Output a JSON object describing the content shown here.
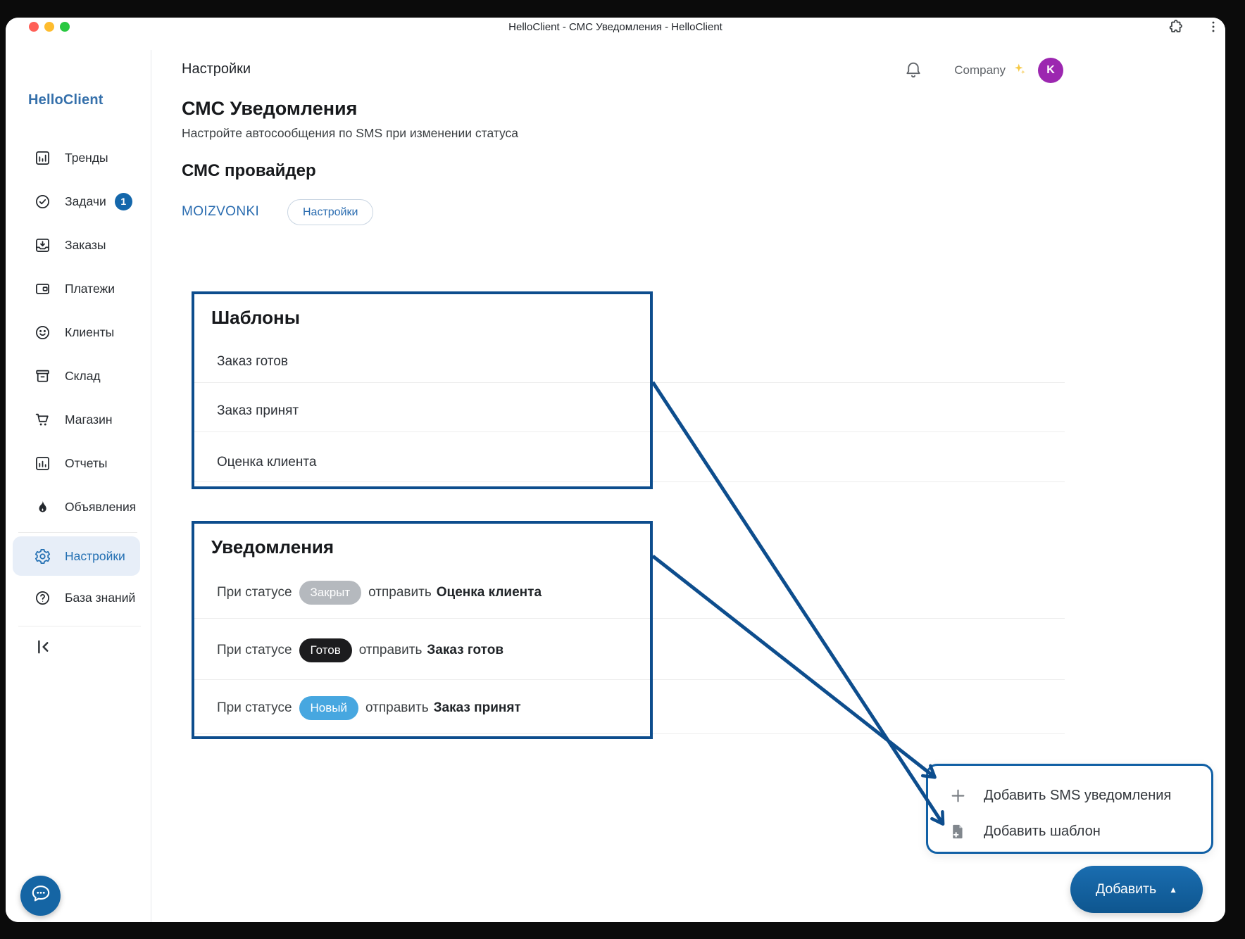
{
  "window": {
    "title": "HelloClient - СМС Уведомления - HelloClient"
  },
  "browser": {
    "traffic_lights": [
      "close",
      "minimize",
      "zoom"
    ]
  },
  "sidebar": {
    "logo": "HelloClient",
    "items": [
      {
        "key": "trends",
        "icon": "bar-chart-icon",
        "label": "Тренды"
      },
      {
        "key": "tasks",
        "icon": "check-circle-icon",
        "label": "Задачи",
        "badge": "1"
      },
      {
        "key": "orders",
        "icon": "inbox-icon",
        "label": "Заказы"
      },
      {
        "key": "payments",
        "icon": "wallet-icon",
        "label": "Платежи"
      },
      {
        "key": "clients",
        "icon": "smiley-icon",
        "label": "Клиенты"
      },
      {
        "key": "warehouse",
        "icon": "box-icon",
        "label": "Склад"
      },
      {
        "key": "shop",
        "icon": "cart-icon",
        "label": "Магазин"
      },
      {
        "key": "reports",
        "icon": "report-chart-icon",
        "label": "Отчеты"
      },
      {
        "key": "announcements",
        "icon": "flame-icon",
        "label": "Объявления"
      },
      {
        "key": "settings",
        "icon": "gear-icon",
        "label": "Настройки",
        "active": true,
        "divider_above": true
      },
      {
        "key": "knowledge-base",
        "icon": "help-circle-icon",
        "label": "База знаний"
      }
    ]
  },
  "header": {
    "company": "Company",
    "avatar_initial": "K"
  },
  "page": {
    "breadcrumb": "Настройки",
    "title": "СМС Уведомления",
    "subtitle": "Настройте автосообщения по SMS при изменении статуса",
    "provider_heading": "СМС провайдер",
    "provider_name": "MOIZVONKI",
    "provider_settings_button": "Настройки"
  },
  "templates": {
    "heading": "Шаблоны",
    "items": [
      "Заказ готов",
      "Заказ принят",
      "Оценка клиента"
    ]
  },
  "notifications": {
    "heading": "Уведомления",
    "prefix": "При статусе",
    "middle": "отправить",
    "rules": [
      {
        "status": "Закрыт",
        "status_color": "#b5b9be",
        "template": "Оценка клиента"
      },
      {
        "status": "Готов",
        "status_color": "#1c1c1e",
        "template": "Заказ готов"
      },
      {
        "status": "Новый",
        "status_color": "#47a7e0",
        "template": "Заказ принят"
      }
    ]
  },
  "popup": {
    "items": [
      {
        "key": "add-sms-notification",
        "icon": "plus-icon",
        "label": "Добавить SMS уведомления"
      },
      {
        "key": "add-template",
        "icon": "note-add-icon",
        "label": "Добавить шаблон"
      }
    ]
  },
  "add_button": {
    "label": "Добавить"
  },
  "colors": {
    "annotation_blue": "#0d4d8d",
    "accent_blue": "#2a6cb0",
    "primary_button": "#12609e",
    "badge_blue": "#1467ab",
    "avatar_purple": "#9c27b0",
    "status_closed": "#b5b9be",
    "status_ready": "#1c1c1e",
    "status_new": "#47a7e0"
  }
}
